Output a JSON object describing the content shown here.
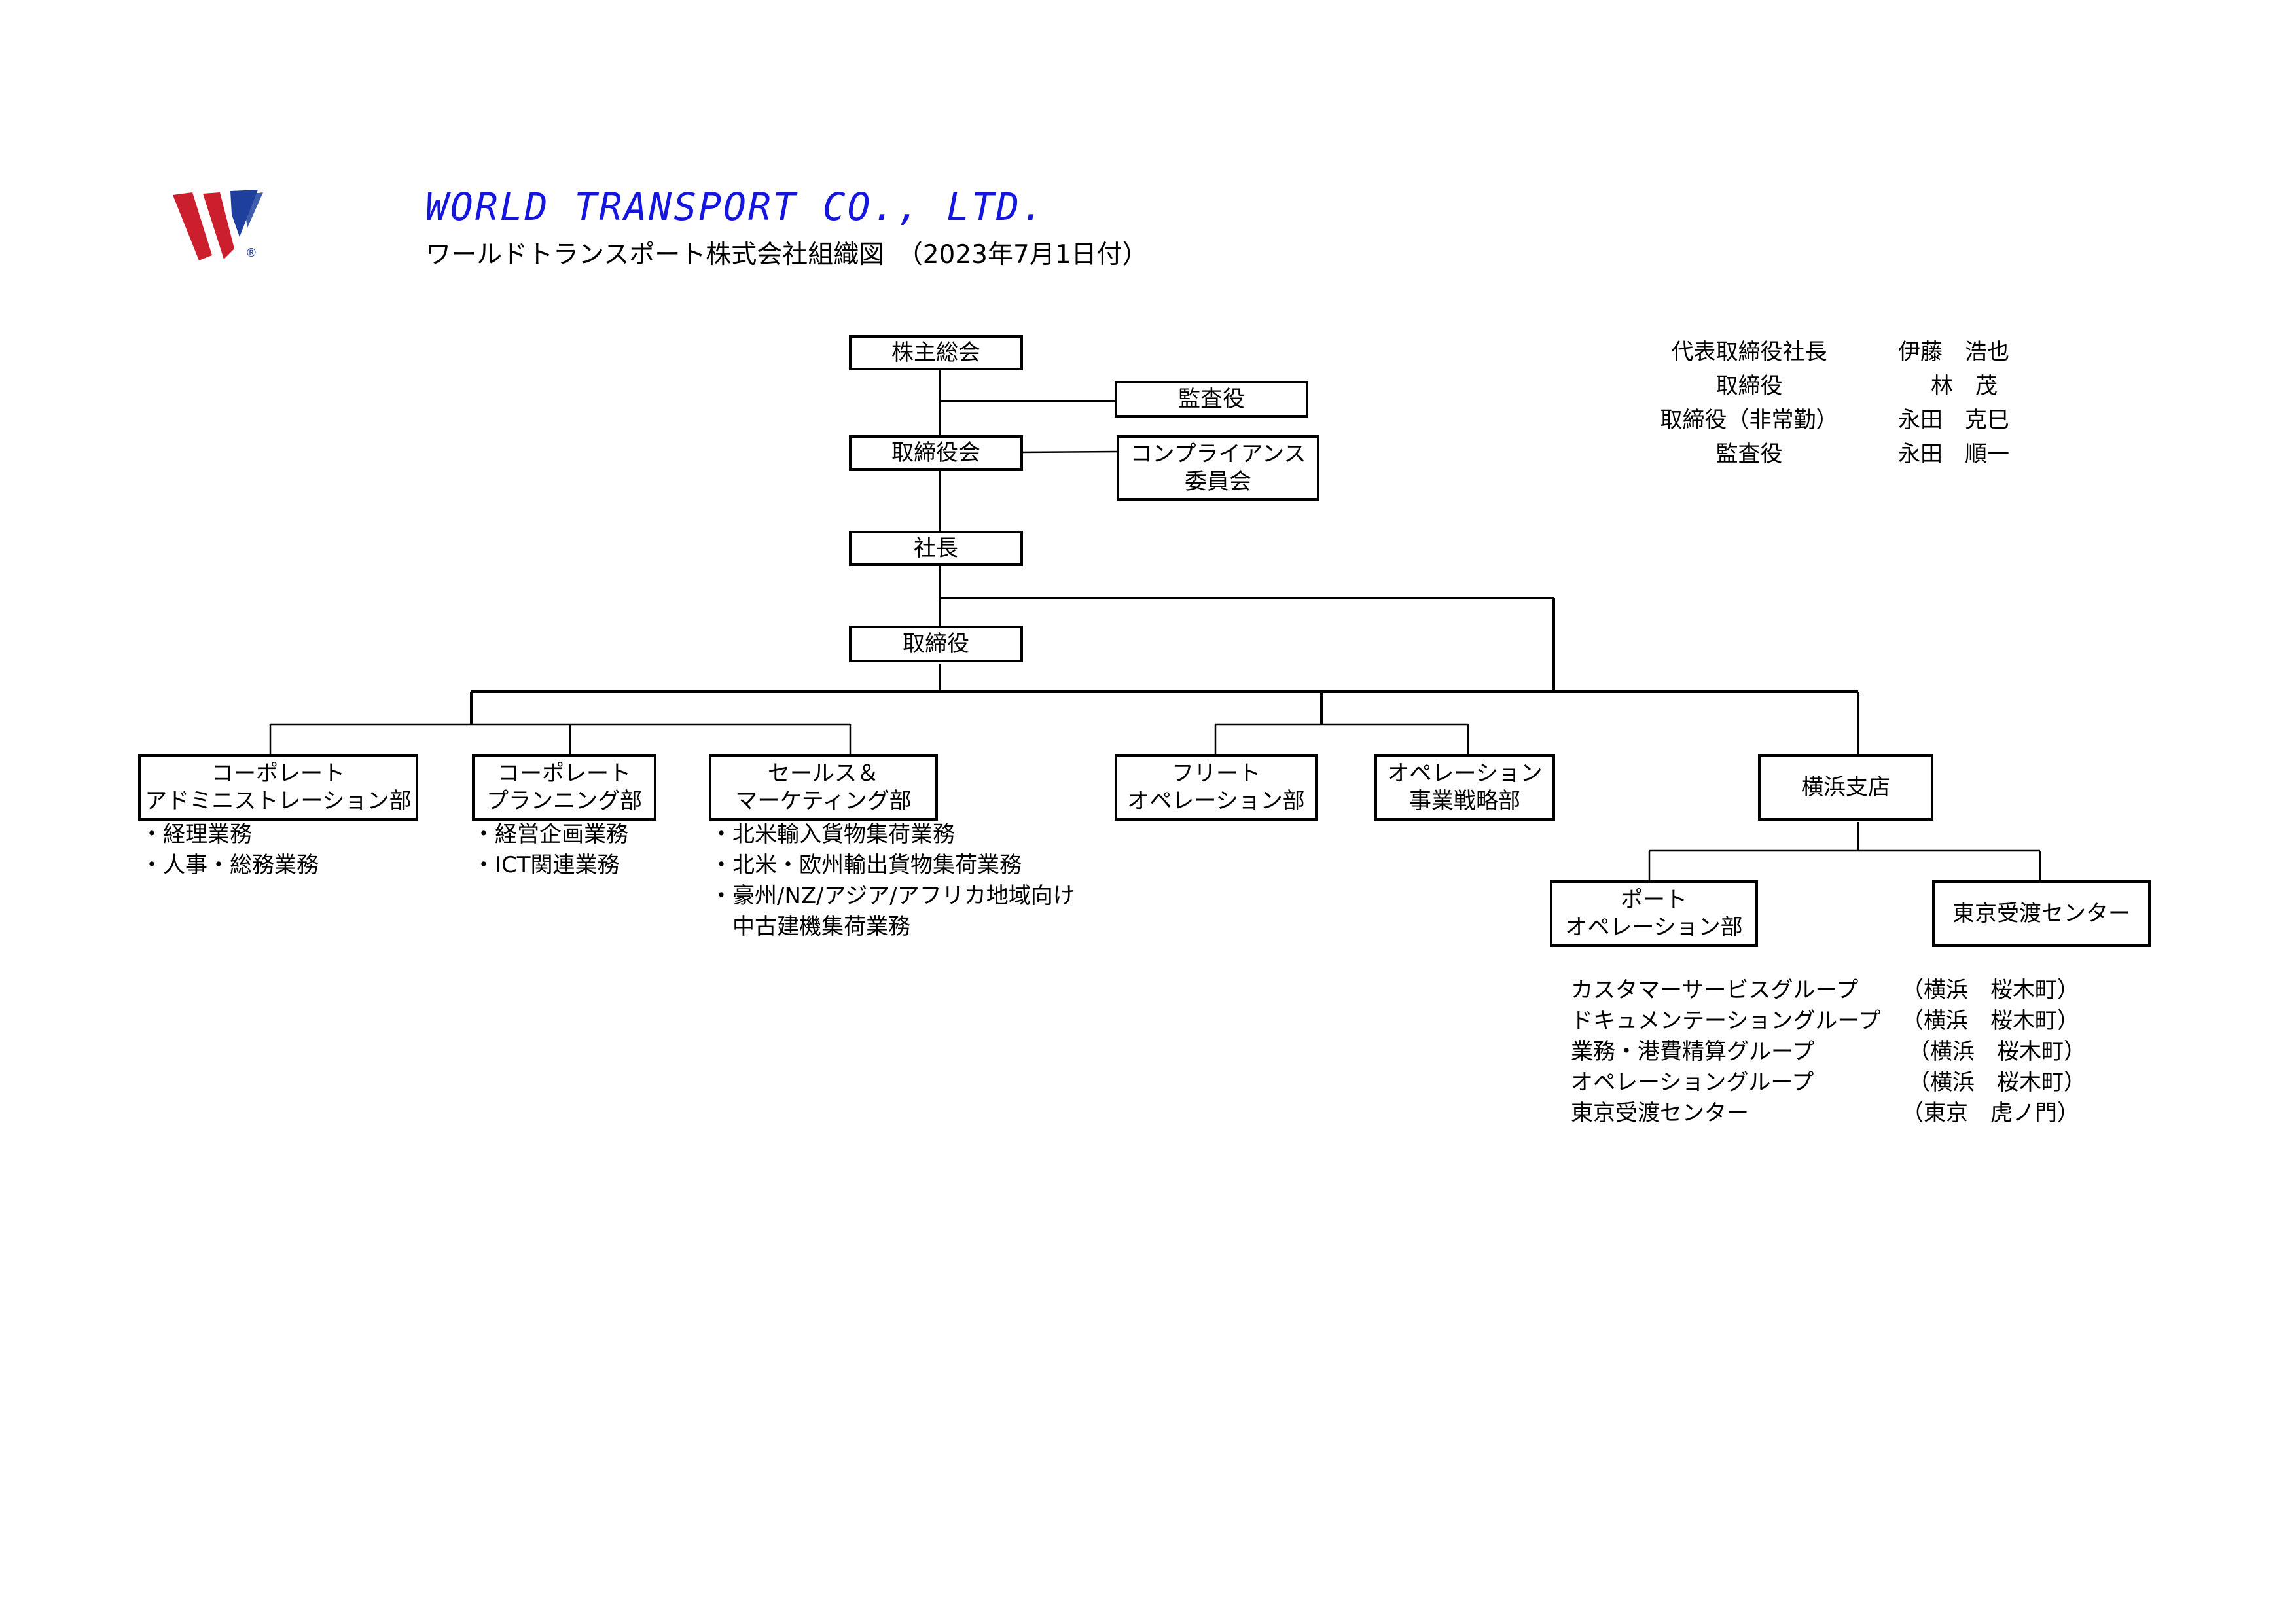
{
  "company": {
    "logo_letter": "W",
    "logo_mark": "®",
    "name": "WORLD TRANSPORT CO., LTD.",
    "subtitle": "ワールドトランスポート株式会社組織図　（2023年7月1日付）",
    "logo_color": "#cc1f2e",
    "logo_accent": "#1f3f9e",
    "title_color": "#1515e0"
  },
  "officers": [
    {
      "role": "代表取締役社長",
      "name": "伊藤　浩也"
    },
    {
      "role": "取締役",
      "name": "林　茂"
    },
    {
      "role": "取締役（非常勤）",
      "name": "永田　克巳"
    },
    {
      "role": "監査役",
      "name": "永田　順一"
    }
  ],
  "nodes": {
    "shareholders": [
      "株主総会"
    ],
    "auditor": [
      "監査役"
    ],
    "board": [
      "取締役会"
    ],
    "compliance": [
      "コンプライアンス",
      "委員会"
    ],
    "president": [
      "社長"
    ],
    "director": [
      "取締役"
    ],
    "corp_admin": [
      "コーポレート",
      "アドミニストレーション部"
    ],
    "corp_planning": [
      "コーポレート",
      "プランニング部"
    ],
    "sales_marketing": [
      "セールス＆",
      "マーケティング部"
    ],
    "fleet_ops": [
      "フリート",
      "オペレーション部"
    ],
    "ops_strategy": [
      "オペレーション",
      "事業戦略部"
    ],
    "yokohama_branch": [
      "横浜支店"
    ],
    "port_ops": [
      "ポート",
      "オペレーション部"
    ],
    "tokyo_center": [
      "東京受渡センター"
    ]
  },
  "duties": {
    "corp_admin": [
      "・経理業務",
      "・人事・総務業務"
    ],
    "corp_planning": [
      "・経営企画業務",
      "・ICT関連業務"
    ],
    "sales_marketing": [
      "・北米輸入貨物集荷業務",
      "・北米・欧州輸出貨物集荷業務",
      "・豪州/NZ/アジア/アフリカ地域向け",
      "　中古建機集荷業務"
    ]
  },
  "groups": [
    {
      "name": "カスタマーサービスグループ",
      "location": "（横浜　桜木町）"
    },
    {
      "name": "ドキュメンテーショングループ",
      "location": "（横浜　桜木町）"
    },
    {
      "name": "業務・港費精算グループ",
      "location": "（横浜　桜木町）"
    },
    {
      "name": "オペレーショングループ",
      "location": "（横浜　桜木町）"
    },
    {
      "name": "東京受渡センター",
      "location": "（東京　虎ノ門）"
    }
  ]
}
